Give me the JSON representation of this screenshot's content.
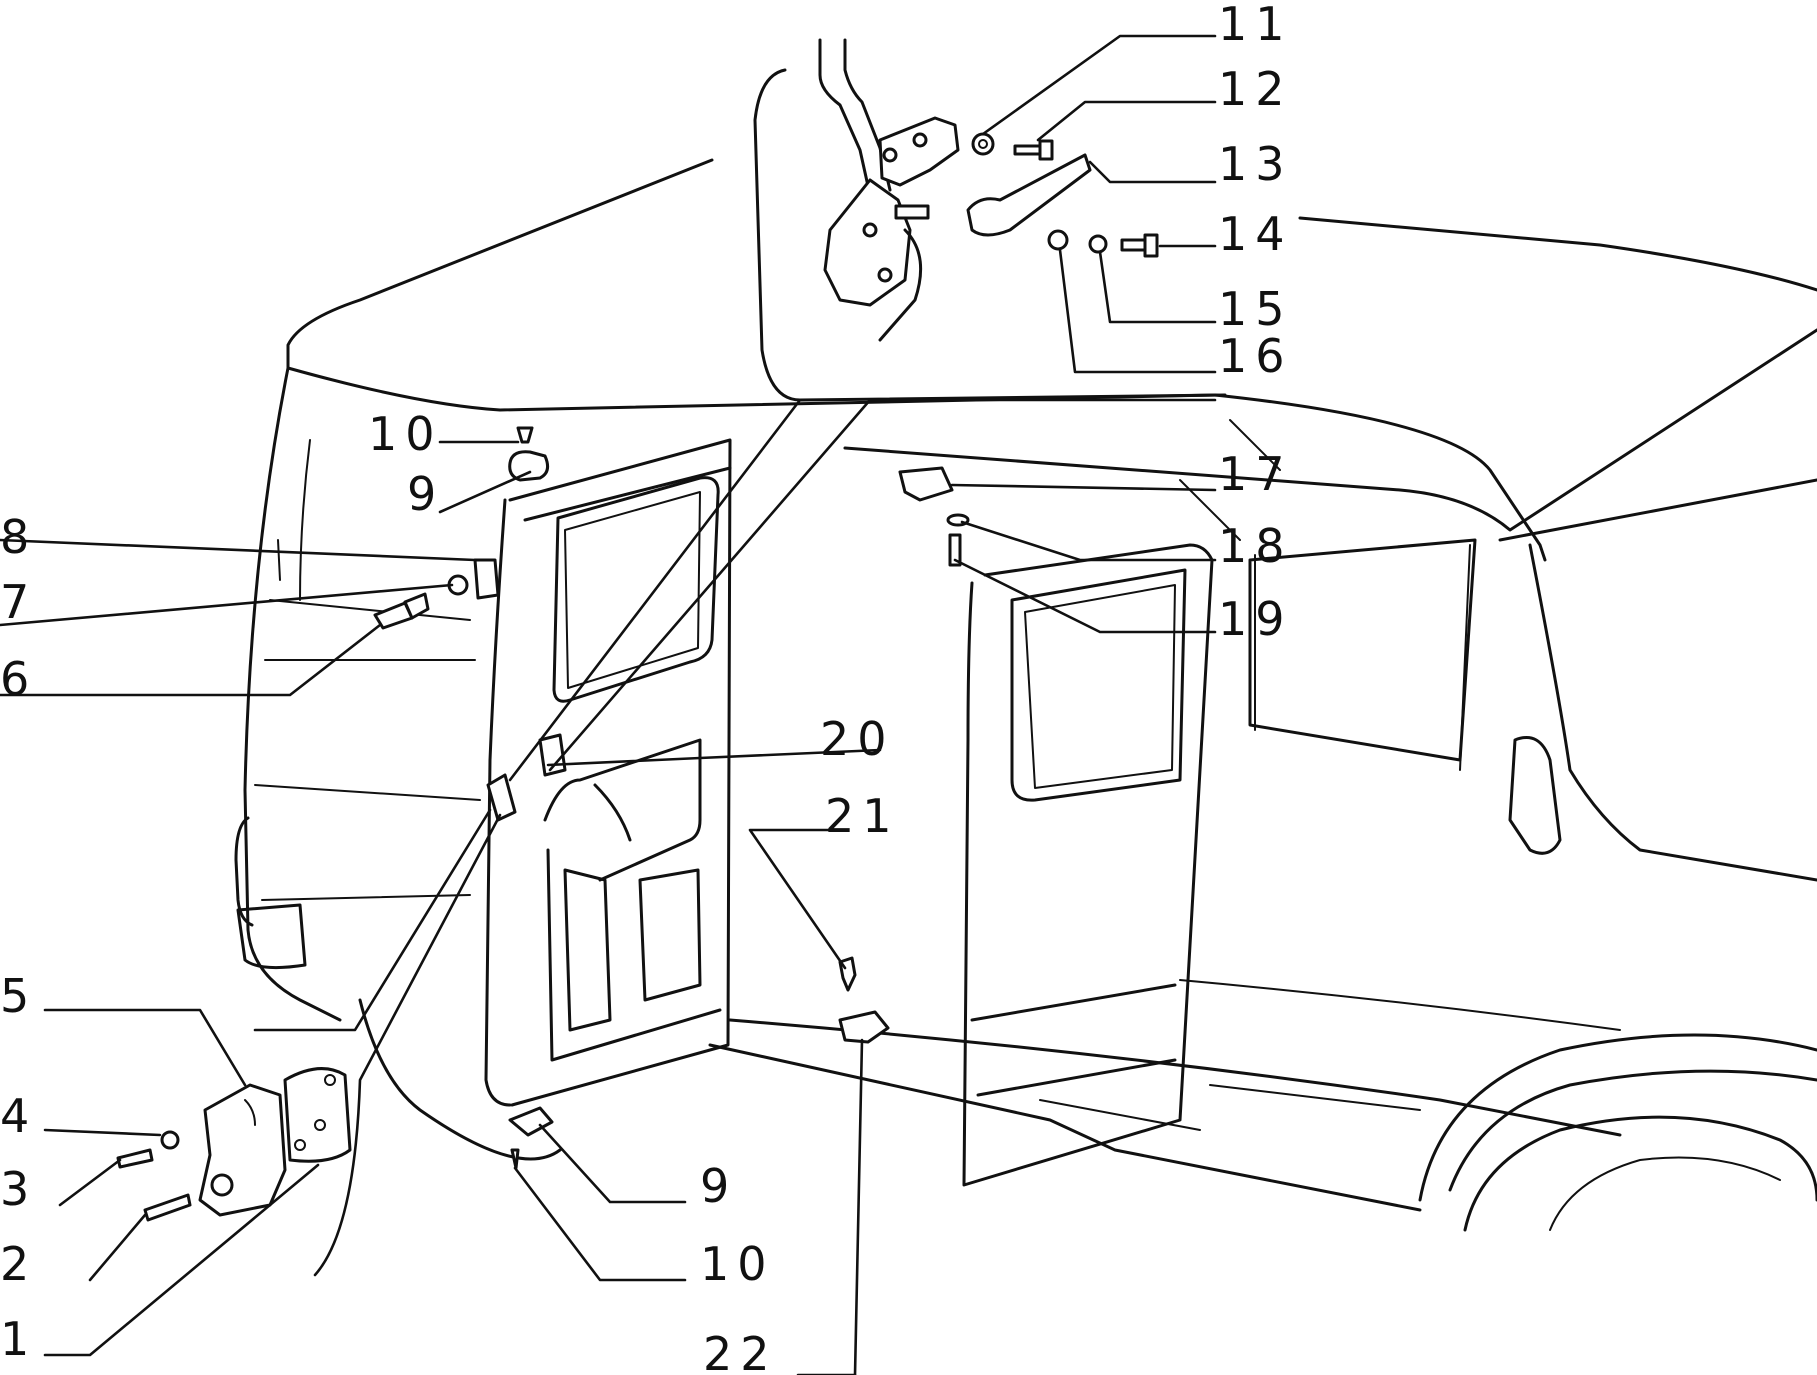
{
  "callouts": [
    {
      "id": "c11",
      "label": "11"
    },
    {
      "id": "c12",
      "label": "12"
    },
    {
      "id": "c13",
      "label": "13"
    },
    {
      "id": "c14",
      "label": "14"
    },
    {
      "id": "c15",
      "label": "15"
    },
    {
      "id": "c16",
      "label": "16"
    },
    {
      "id": "c10a",
      "label": "10"
    },
    {
      "id": "c9a",
      "label": "9"
    },
    {
      "id": "c8",
      "label": "8"
    },
    {
      "id": "c7",
      "label": "7"
    },
    {
      "id": "c6",
      "label": "6"
    },
    {
      "id": "c17",
      "label": "17"
    },
    {
      "id": "c18",
      "label": "18"
    },
    {
      "id": "c19",
      "label": "19"
    },
    {
      "id": "c20",
      "label": "20"
    },
    {
      "id": "c21",
      "label": "21"
    },
    {
      "id": "c5",
      "label": "5"
    },
    {
      "id": "c4",
      "label": "4"
    },
    {
      "id": "c3",
      "label": "3"
    },
    {
      "id": "c2",
      "label": "2"
    },
    {
      "id": "c1",
      "label": "1"
    },
    {
      "id": "c9b",
      "label": "9"
    },
    {
      "id": "c10b",
      "label": "10"
    },
    {
      "id": "c22",
      "label": "22"
    }
  ]
}
